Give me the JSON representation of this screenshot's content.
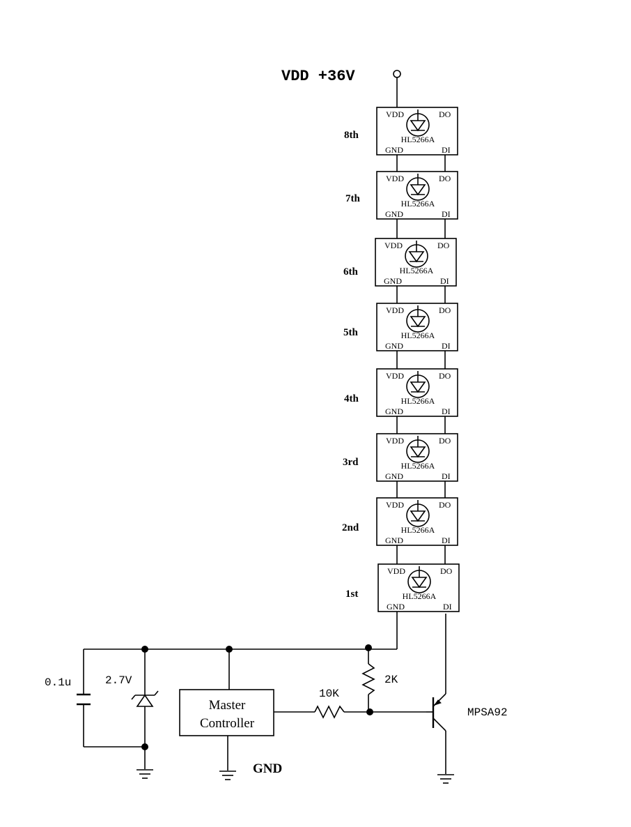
{
  "supply": {
    "label": "VDD +36V"
  },
  "chip": {
    "part": "HL5266A",
    "pin_vdd": "VDD",
    "pin_do": "DO",
    "pin_gnd": "GND",
    "pin_di": "DI"
  },
  "chain": [
    {
      "order": "8th"
    },
    {
      "order": "7th"
    },
    {
      "order": "6th"
    },
    {
      "order": "5th"
    },
    {
      "order": "4th"
    },
    {
      "order": "3rd"
    },
    {
      "order": "2nd"
    },
    {
      "order": "1st"
    }
  ],
  "components": {
    "capacitor": "0.1u",
    "zener": "2.7V",
    "controller_line1": "Master",
    "controller_line2": "Controller",
    "series_resistor": "10K",
    "pullup_resistor": "2K",
    "transistor": "MPSA92",
    "ground": "GND"
  }
}
